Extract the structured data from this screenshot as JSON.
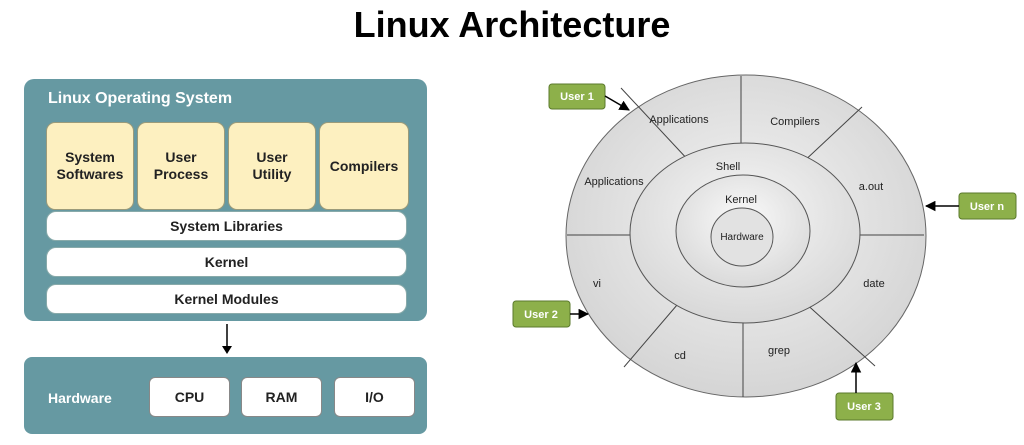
{
  "title": "Linux Architecture",
  "os_panel": {
    "title": "Linux Operating System",
    "top_boxes": [
      "System\nSoftwares",
      "User\nProcess",
      "User\nUtility",
      "Compilers"
    ],
    "layers": [
      "System Libraries",
      "Kernel",
      "Kernel Modules"
    ]
  },
  "hardware_panel": {
    "label": "Hardware",
    "components": [
      "CPU",
      "RAM",
      "I/O"
    ]
  },
  "onion": {
    "outer_segments": [
      "Applications",
      "Compilers",
      "a.out",
      "date",
      "grep",
      "cd",
      "vi",
      "Applications"
    ],
    "shell": "Shell",
    "kernel": "Kernel",
    "hardware": "Hardware"
  },
  "users": [
    "User 1",
    "User n",
    "User 2",
    "User 3"
  ],
  "colors": {
    "panel": "#6699a2",
    "box_fill": "#fdf0c0",
    "user_box": "#8db04a",
    "circle_outer": "#dcdcdc"
  }
}
